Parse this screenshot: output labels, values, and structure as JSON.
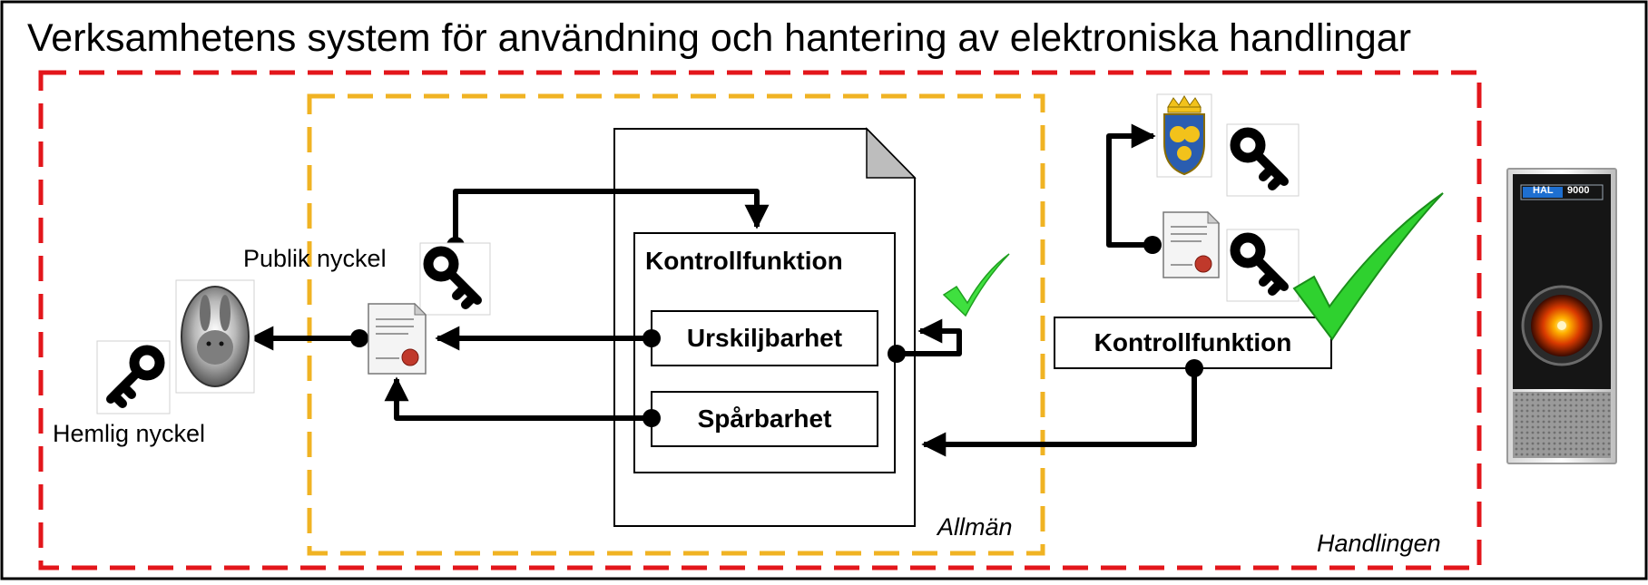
{
  "title": "Verksamhetens system för användning och hantering av elektroniska handlingar",
  "outer_region": {
    "label": "Handlingen"
  },
  "inner_region": {
    "label": "Allmän"
  },
  "document": {
    "box_title": "Kontrollfunktion",
    "items": [
      "Urskiljbarhet",
      "Spårbarhet"
    ]
  },
  "external_control": {
    "label": "Kontrollfunktion"
  },
  "keys": {
    "public": "Publik nyckel",
    "secret": "Hemlig nyckel"
  },
  "hal": {
    "brand": "HAL",
    "model": "9000"
  },
  "icons": [
    "key-icon",
    "rabbit-portrait-icon",
    "certificate-icon",
    "coat-of-arms-icon",
    "checkmark-icon",
    "hal9000-icon"
  ],
  "colors": {
    "outer_border": "#e3161b",
    "inner_border": "#f0b323",
    "check": "#2fd12f",
    "arrow": "#000000",
    "hal_eye": "#ff7a00"
  }
}
